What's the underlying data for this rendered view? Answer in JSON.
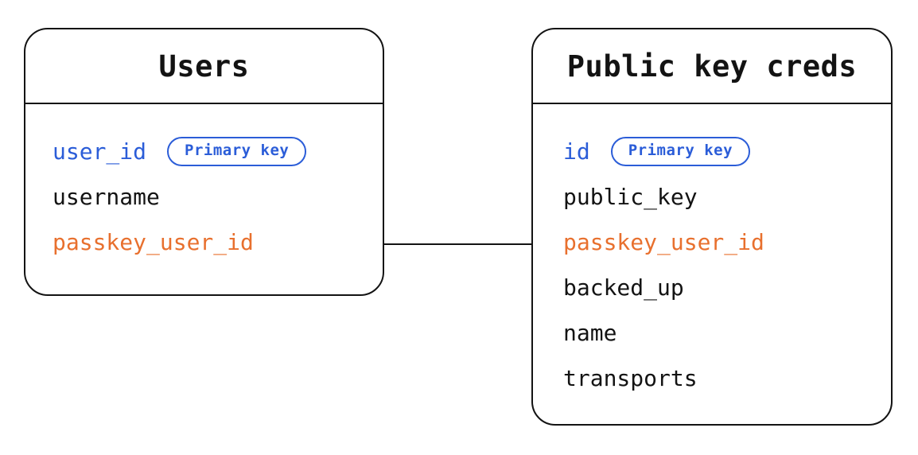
{
  "colors": {
    "blue": "#2b5dd8",
    "orange": "#e8702e",
    "ink": "#131313",
    "background": "#ffffff"
  },
  "diagram": {
    "type": "entity-relationship",
    "relationship": {
      "from_table": "Users",
      "from_field": "passkey_user_id",
      "to_table": "Public key creds",
      "to_field": "passkey_user_id"
    }
  },
  "tables": [
    {
      "title": "Users",
      "fields": [
        {
          "name": "user_id",
          "color": "blue",
          "badge": "Primary key"
        },
        {
          "name": "username",
          "color": "ink",
          "badge": ""
        },
        {
          "name": "passkey_user_id",
          "color": "orange",
          "badge": ""
        }
      ]
    },
    {
      "title": "Public key creds",
      "fields": [
        {
          "name": "id",
          "color": "blue",
          "badge": "Primary key"
        },
        {
          "name": "public_key",
          "color": "ink",
          "badge": ""
        },
        {
          "name": "passkey_user_id",
          "color": "orange",
          "badge": ""
        },
        {
          "name": "backed_up",
          "color": "ink",
          "badge": ""
        },
        {
          "name": "name",
          "color": "ink",
          "badge": ""
        },
        {
          "name": "transports",
          "color": "ink",
          "badge": ""
        }
      ]
    }
  ]
}
